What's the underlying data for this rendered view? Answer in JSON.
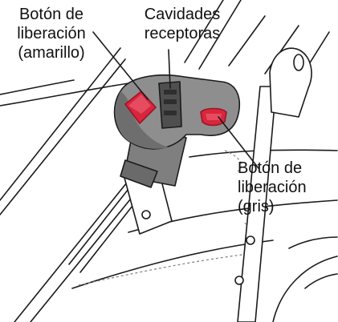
{
  "labels": {
    "yellow_release": {
      "line1": "Botón de",
      "line2": "liberación",
      "line3": "(amarillo)"
    },
    "cavities": {
      "line1": "Cavidades",
      "line2": "receptoras"
    },
    "gray_release": {
      "line1": "Botón de",
      "line2": "liberación",
      "line3": "(gris)"
    }
  },
  "colors": {
    "line": "#1a1a1a",
    "handle_body": "#8e8e8e",
    "handle_shadow": "#6e6e6e",
    "handle_dark": "#4f4f4f",
    "button_red": "#d7263d",
    "button_red_dark": "#9e1426",
    "background": "#ffffff",
    "dashed_seam": "#888888"
  }
}
